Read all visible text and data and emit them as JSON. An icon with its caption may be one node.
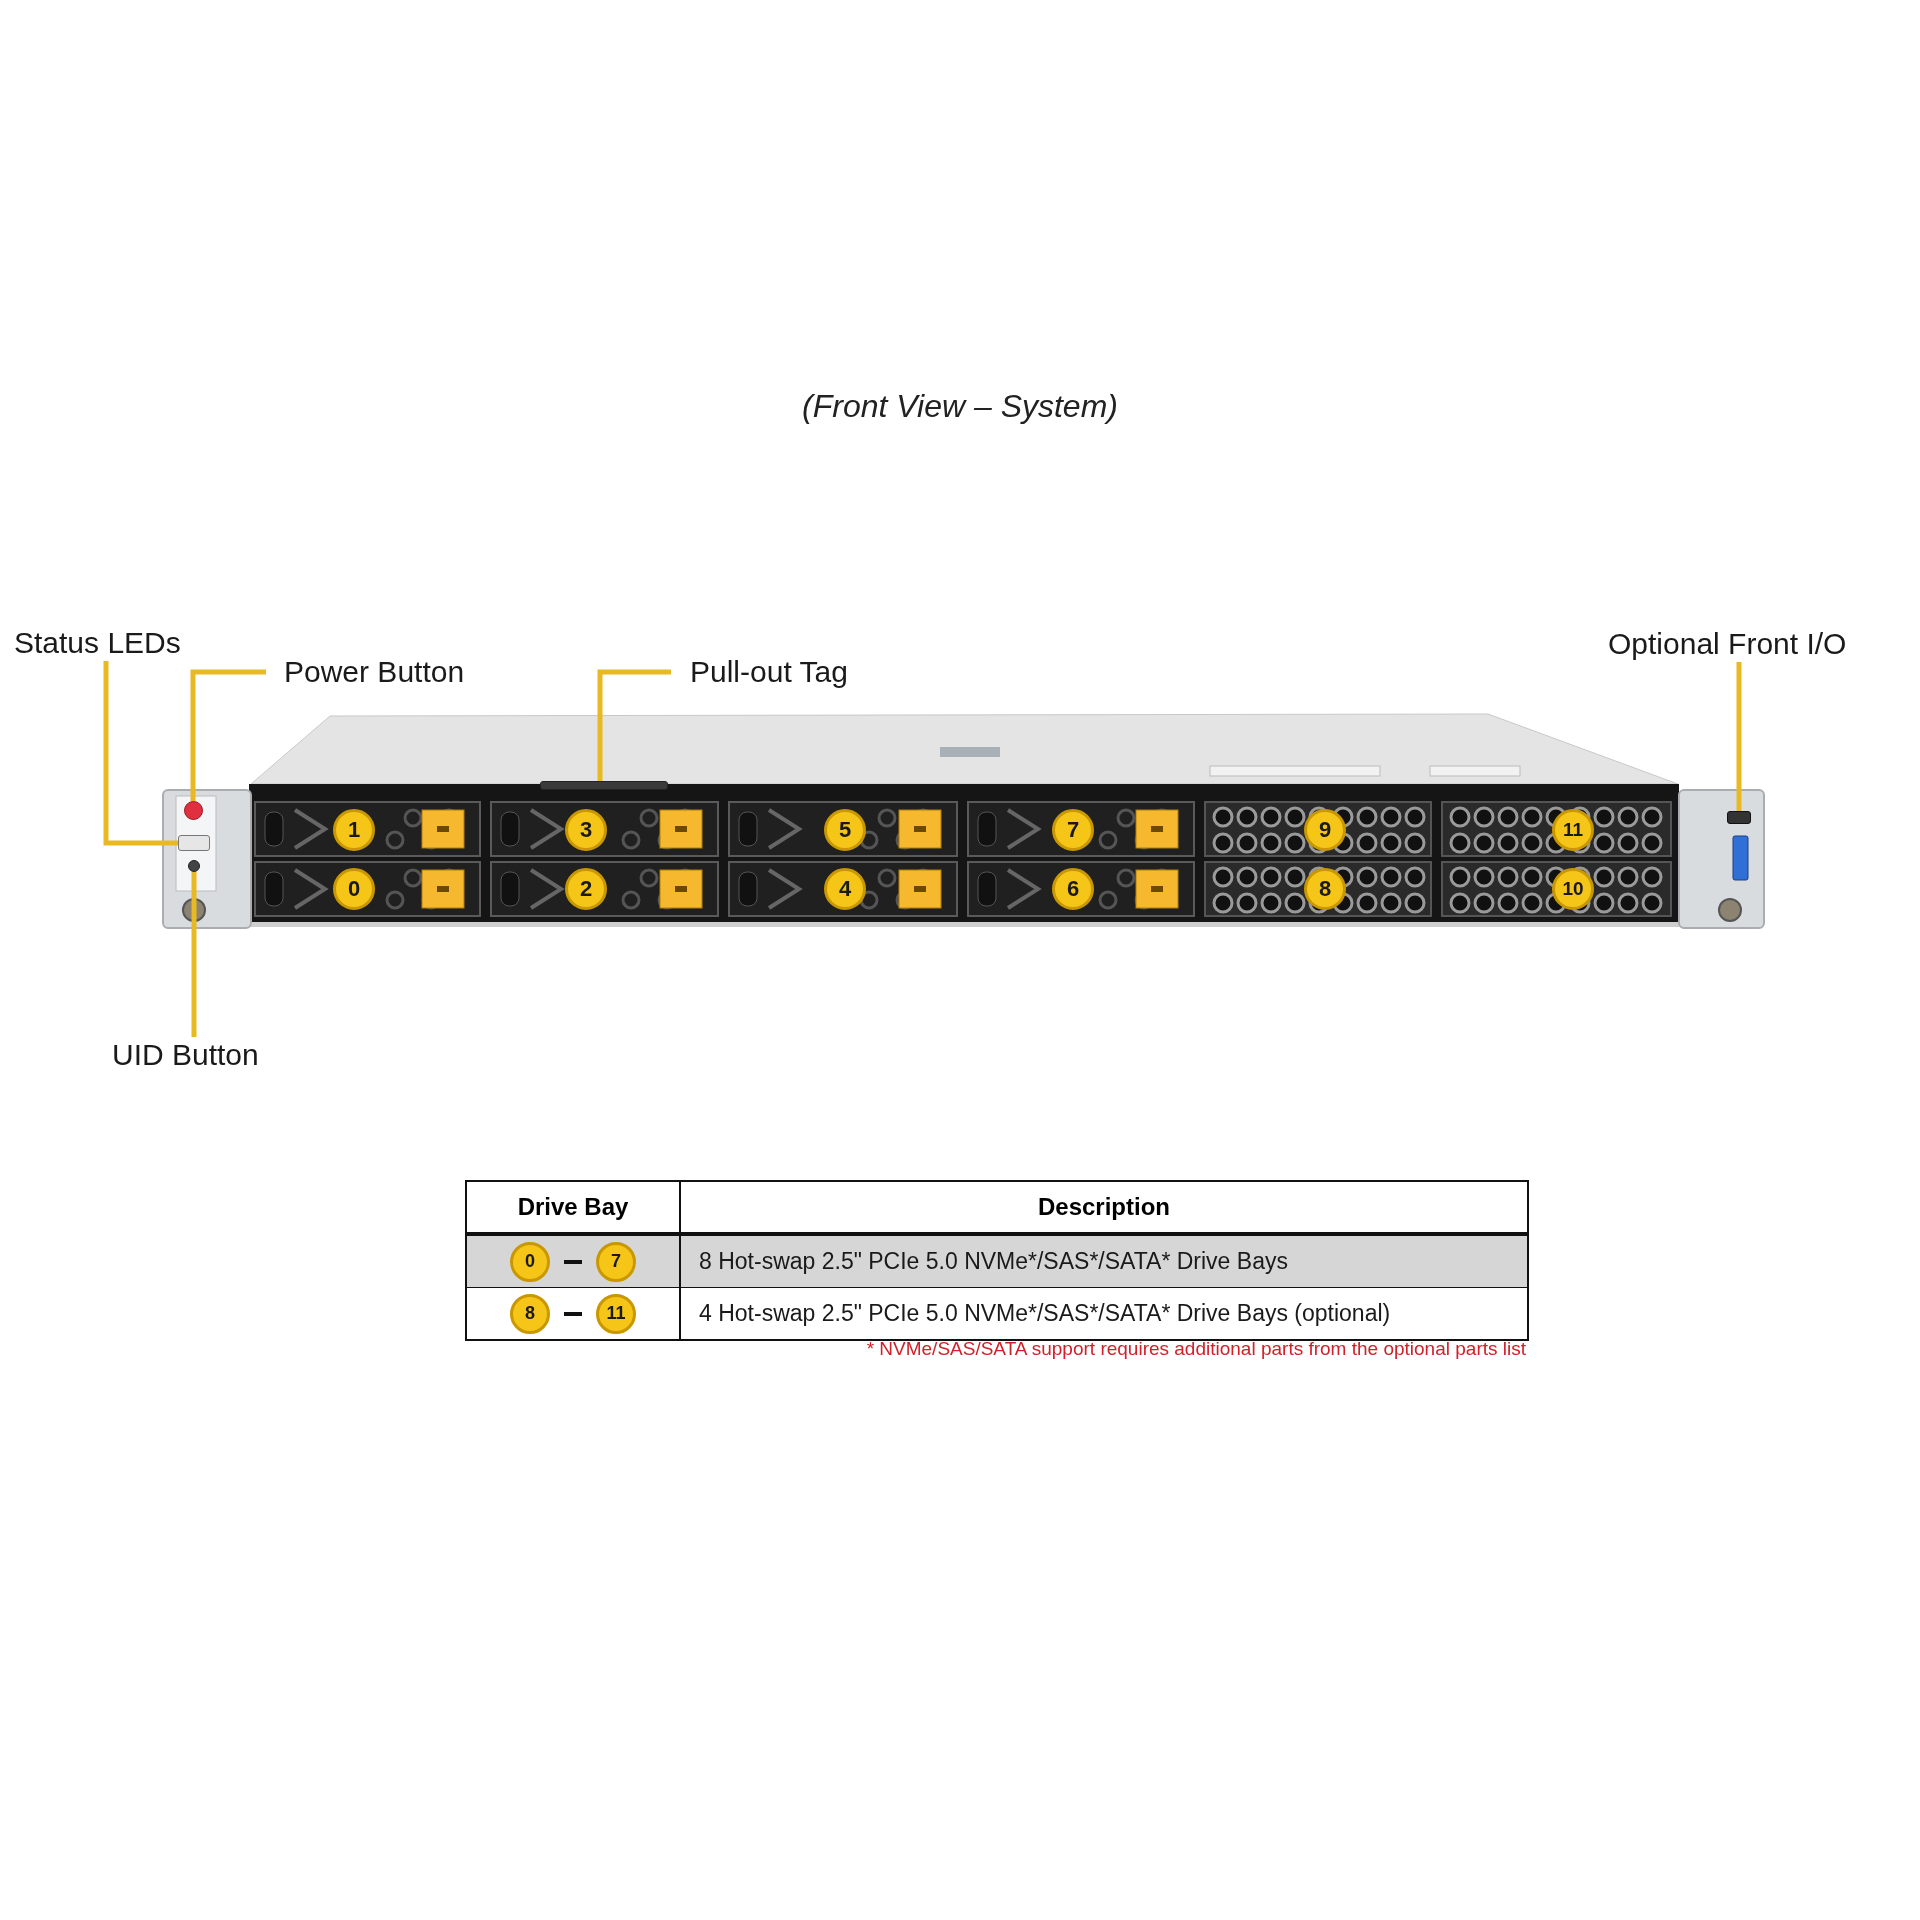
{
  "diagram": {
    "title": "(Front View – System)",
    "nodes": [
      {
        "text": [
          "Status LEDs"
        ]
      },
      {
        "text": [
          "Power Button"
        ]
      },
      {
        "text": [
          "Pull-out Tag"
        ]
      },
      {
        "text": [
          "Optional Front I/O"
        ]
      },
      {
        "text": [
          "UID Button"
        ]
      },
      {
        "text": [],
        "shape": "box"
      },
      {
        "text": [],
        "shape": "circle"
      },
      {
        "text": [],
        "shape": "bar"
      },
      {
        "text": [],
        "shape": "box"
      },
      {
        "text": [],
        "shape": "circle"
      },
      {
        "text": [
          "1"
        ]
      },
      {
        "text": [
          "3"
        ]
      },
      {
        "text": [
          "5"
        ]
      },
      {
        "text": [
          "7"
        ]
      },
      {
        "text": [
          "9"
        ]
      },
      {
        "text": [
          "11"
        ]
      },
      {
        "text": [
          "0"
        ]
      },
      {
        "text": [
          "2"
        ]
      },
      {
        "text": [
          "4"
        ]
      },
      {
        "text": [
          "6"
        ]
      },
      {
        "text": [
          "8"
        ]
      },
      {
        "text": [
          "10"
        ]
      },
      {
        "text": [
          "0"
        ]
      },
      {
        "text": [
          "7"
        ]
      },
      {
        "text": [
          "8"
        ]
      },
      {
        "text": [
          "11"
        ]
      }
    ],
    "edges": [
      {
        "from": 0,
        "to": 5,
        "arrow": "none"
      },
      {
        "from": 1,
        "to": 6,
        "arrow": "none"
      },
      {
        "from": 2,
        "to": 7,
        "arrow": "none"
      },
      {
        "from": 3,
        "to": 8,
        "arrow": "none"
      },
      {
        "from": 4,
        "to": 9,
        "arrow": "none"
      }
    ],
    "labels": [
      "Drive Bay",
      "Description",
      "8 Hot-swap 2.5\" PCIe 5.0 NVMe*/SAS*/SATA* Drive Bays",
      "4 Hot-swap 2.5\" PCIe 5.0 NVMe*/SAS*/SATA* Drive Bays (optional)",
      "* NVMe/SAS/SATA support requires additional parts from the optional parts list"
    ]
  }
}
